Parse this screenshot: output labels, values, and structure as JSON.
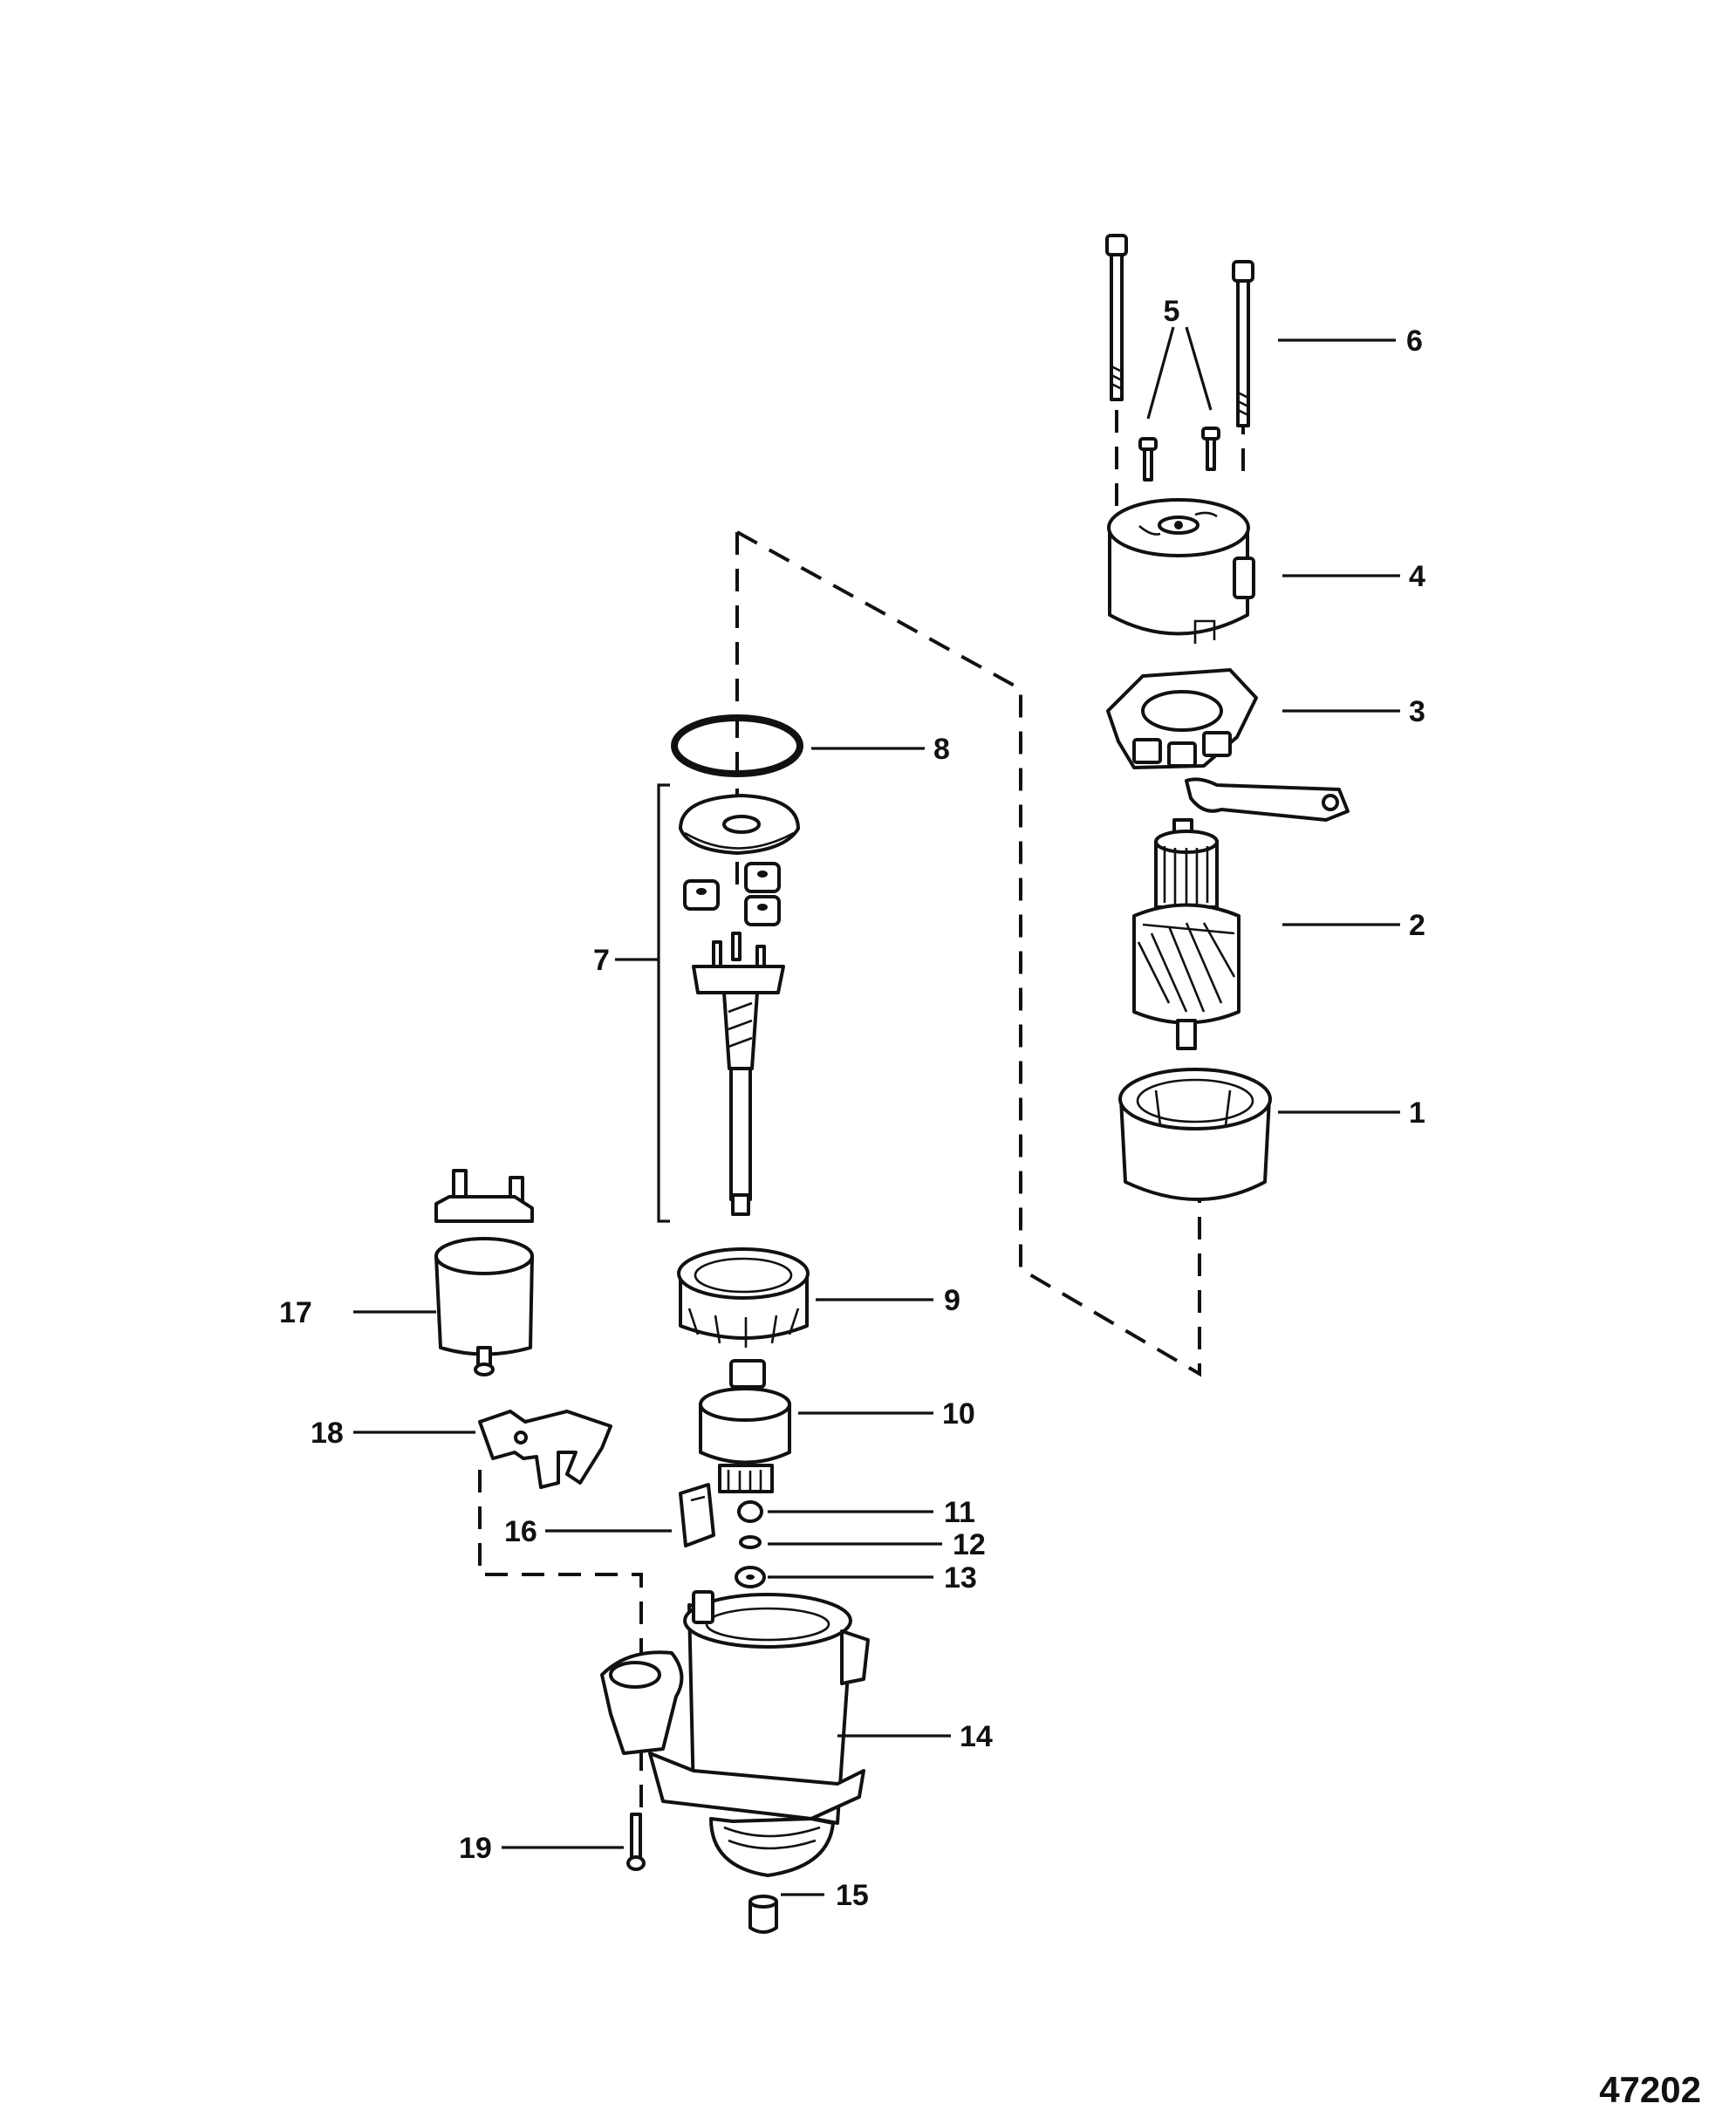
{
  "figure_number": "47202",
  "callouts": [
    {
      "id": "c1",
      "label": "1"
    },
    {
      "id": "c2",
      "label": "2"
    },
    {
      "id": "c3",
      "label": "3"
    },
    {
      "id": "c4",
      "label": "4"
    },
    {
      "id": "c5",
      "label": "5"
    },
    {
      "id": "c6",
      "label": "6"
    },
    {
      "id": "c7",
      "label": "7"
    },
    {
      "id": "c8",
      "label": "8"
    },
    {
      "id": "c9",
      "label": "9"
    },
    {
      "id": "c10",
      "label": "10"
    },
    {
      "id": "c11",
      "label": "11"
    },
    {
      "id": "c12",
      "label": "12"
    },
    {
      "id": "c13",
      "label": "13"
    },
    {
      "id": "c14",
      "label": "14"
    },
    {
      "id": "c15",
      "label": "15"
    },
    {
      "id": "c16",
      "label": "16"
    },
    {
      "id": "c17",
      "label": "17"
    },
    {
      "id": "c18",
      "label": "18"
    },
    {
      "id": "c19",
      "label": "19"
    }
  ]
}
